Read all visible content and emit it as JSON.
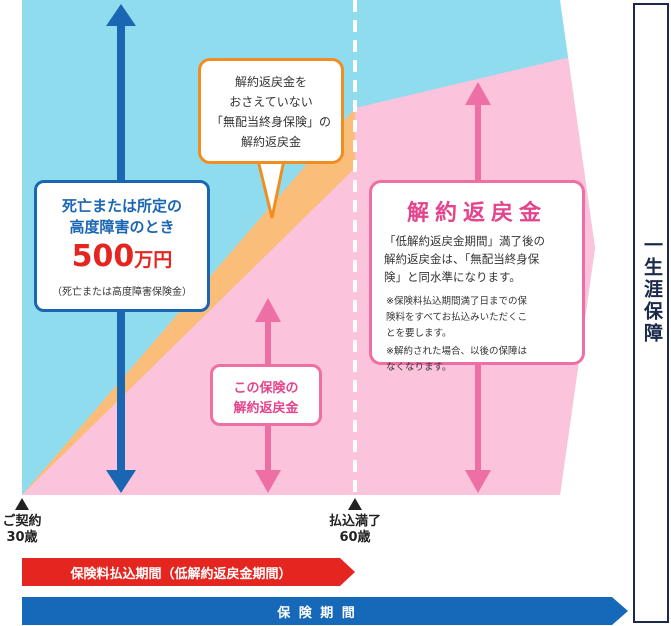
{
  "colors": {
    "sky": "#8fdcef",
    "pink": "#fbc3dc",
    "orange": "#fbbd7a",
    "blue": "#1b66b3",
    "pink_accent": "#ee6fa3",
    "orange_accent": "#ef8f23",
    "navy_box_border": "#1b66b3",
    "red_band": "#e52620",
    "blue_band": "#1668b8"
  },
  "death_box": {
    "line1": "死亡または所定の",
    "line2": "高度障害のとき",
    "amount": "500",
    "unit": "万円",
    "note": "（死亡または高度障害保険金）"
  },
  "callout_box": {
    "line1": "解約返戻金を",
    "line2": "おさえていない",
    "line3": "「無配当終身保険」の",
    "line4": "解約返戻金"
  },
  "this_policy_box": {
    "line1": "この保険の",
    "line2": "解約返戻金"
  },
  "refund_box": {
    "title": "解約返戻金",
    "body1": "「低解約返戻金期間」満了後の",
    "body2": "解約返戻金は、「無配当終身保",
    "body3": "険」と同水準になります。",
    "note1a": "※保険料払込期間満了日までの保",
    "note1b": "険料をすべてお払込みいただくこ",
    "note1c": "とを要します。",
    "note2a": "※解約された場合、以後の保障は",
    "note2b": "なくなります。"
  },
  "timeline": {
    "start_line1": "ご契約",
    "start_line2": "30歳",
    "end_line1": "払込満了",
    "end_line2": "60歳"
  },
  "premium_band": "保険料払込期間（低解約返戻金期間）",
  "coverage_band": "保 険 期 間",
  "lifetime_label": "一生涯保障"
}
